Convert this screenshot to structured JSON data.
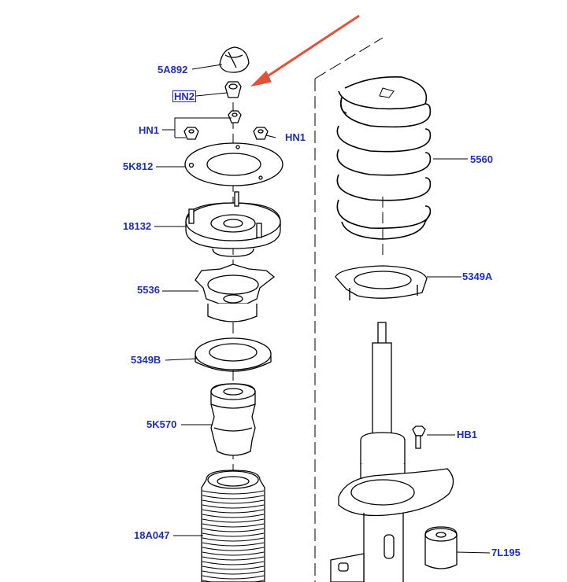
{
  "part_labels": {
    "upper_cap": "5A892",
    "nut_highlighted": "HN2",
    "nut_left": "HN1",
    "nut_right": "HN1",
    "mount_plate": "5K812",
    "top_mount": "18132",
    "spring_seat_upper": "5536",
    "insulator_lower": "5349B",
    "bump_stop": "5K570",
    "dust_boot": "18A047",
    "coil_spring": "5560",
    "spring_pad": "5349A",
    "bolt": "HB1",
    "bushing": "7L195"
  },
  "colors": {
    "label": "#1f2fb5",
    "line": "#000000",
    "arrow": "#e0523a"
  }
}
